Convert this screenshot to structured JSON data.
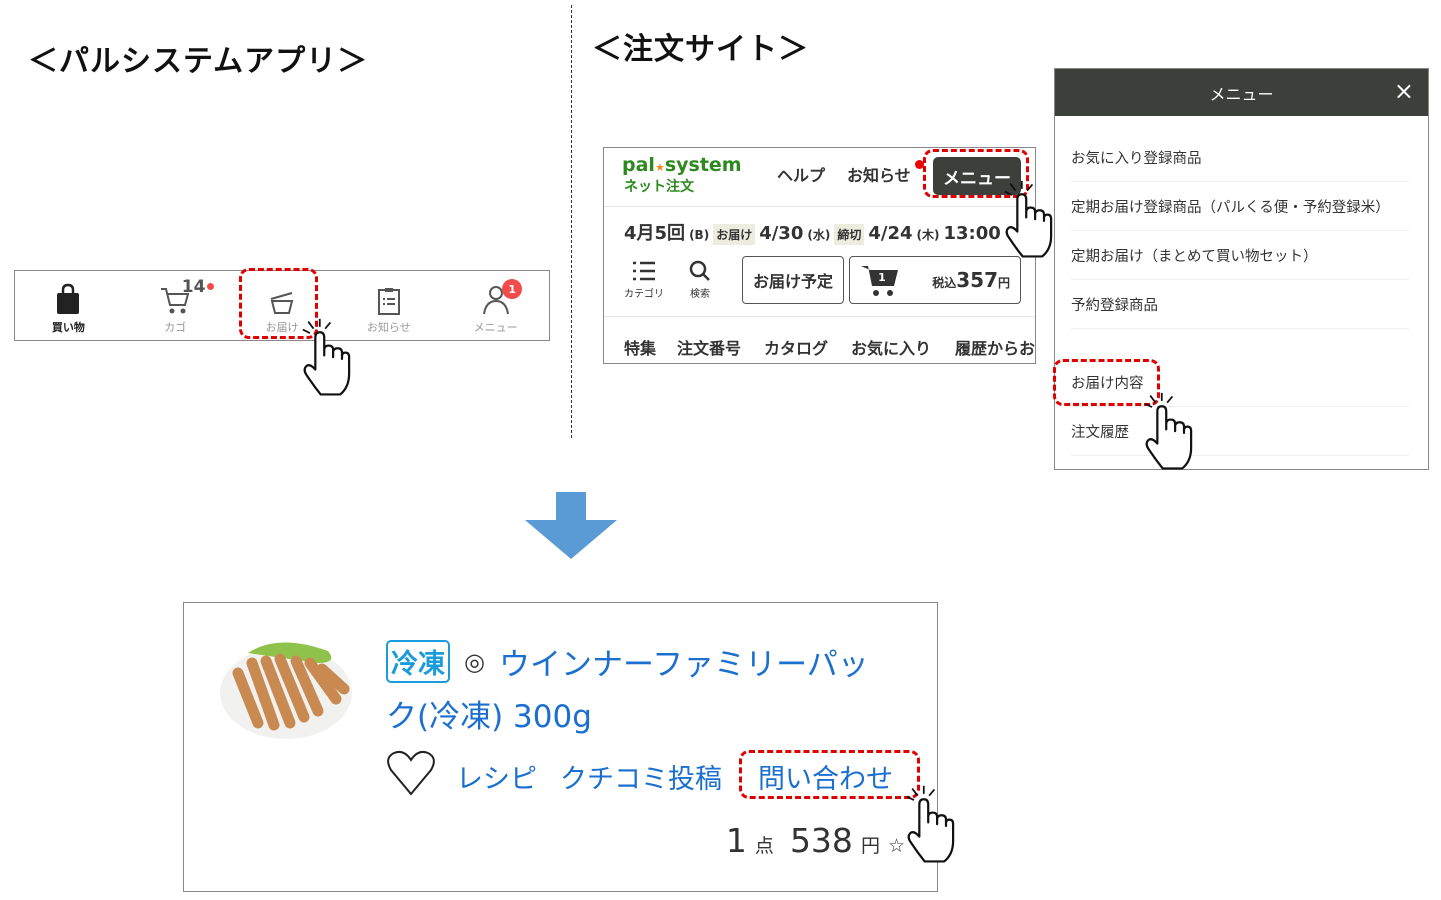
{
  "titles": {
    "app": "＜パルシステムアプリ＞",
    "site": "＜注文サイト＞"
  },
  "app_bar": {
    "items": [
      {
        "label": "買い物",
        "icon": "shopping-bag-icon"
      },
      {
        "label": "カゴ",
        "icon": "cart-icon",
        "count": "14"
      },
      {
        "label": "お届け",
        "icon": "delivery-box-icon"
      },
      {
        "label": "お知らせ",
        "icon": "clipboard-icon"
      },
      {
        "label": "メニュー",
        "icon": "user-icon",
        "badge": "1"
      }
    ]
  },
  "site": {
    "logo": {
      "line1a": "pal",
      "line1b": "system",
      "line2": "ネット注文"
    },
    "help": "ヘルプ",
    "notice": "お知らせ",
    "menu": "メニュー",
    "round": "4月5回",
    "round_sub": "(B)",
    "delivery_tag": "お届け",
    "delivery_date": "4/30",
    "delivery_dow": "(水)",
    "deadline_tag": "締切",
    "deadline_date": "4/24",
    "deadline_dow": "(木)",
    "deadline_time": "13:00",
    "category": "カテゴリ",
    "search": "検索",
    "delivery_plan": "お届け予定",
    "cart_count": "1",
    "tax_label": "税込",
    "cart_total": "357",
    "yen": "円",
    "tabs": [
      "特集",
      "注文番号",
      "カタログ",
      "お気に入り",
      "履歴からお"
    ]
  },
  "menu_panel": {
    "title": "メニュー",
    "close": "×",
    "items": [
      "お気に入り登録商品",
      "定期お届け登録商品（パルくる便・予約登録米）",
      "定期お届け（まとめて買い物セット）",
      "予約登録商品",
      "お届け内容",
      "注文履歴"
    ]
  },
  "product": {
    "tag": "冷凍",
    "mark": "◎",
    "name_line1": "ウインナーファミリーパッ",
    "name_line2": "ク(冷凍) 300g",
    "recipe": "レシピ",
    "review": "クチコミ投稿",
    "inquiry": "問い合わせ",
    "qty": "1",
    "qty_unit": "点",
    "price": "538",
    "price_unit": "円",
    "star": "☆"
  },
  "colors": {
    "highlight": "#e00000",
    "arrow": "#5b9bd5",
    "link": "#1a6fcf",
    "header": "#3c3f3a",
    "logo": "#2e8a1e"
  }
}
